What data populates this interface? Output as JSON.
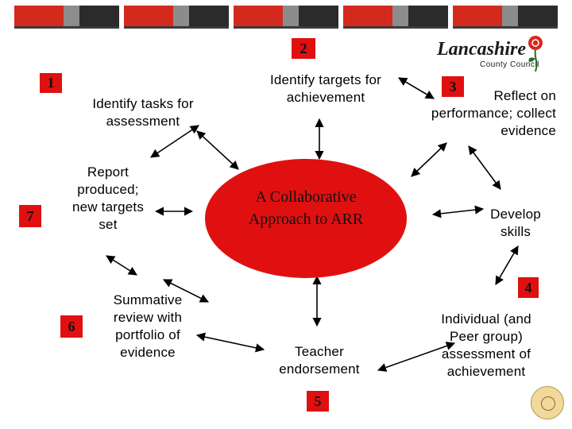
{
  "logo": {
    "name": "Lancashire",
    "subtitle": "County Council"
  },
  "center": {
    "line1": "A Collaborative",
    "line2": "Approach to ARR"
  },
  "steps": [
    {
      "number": "1",
      "text": "Identify tasks for assessment"
    },
    {
      "number": "2",
      "text": "Identify targets for achievement"
    },
    {
      "number": "3",
      "text": "Reflect on performance; collect evidence"
    },
    {
      "number": "4",
      "text": "Individual (and Peer group) assessment of achievement"
    },
    {
      "number": "5",
      "text": "Teacher endorsement"
    },
    {
      "number": "6",
      "text": "Summative review with portfolio of evidence"
    },
    {
      "number": "7",
      "text": "Report produced; new targets set"
    }
  ],
  "extra": {
    "develop_skills": "Develop skills"
  },
  "colors": {
    "accent_red": "#e01010",
    "bar_red": "#d42a1e",
    "bar_grey": "#8c8c8c",
    "bar_dark": "#2b2b2b"
  }
}
